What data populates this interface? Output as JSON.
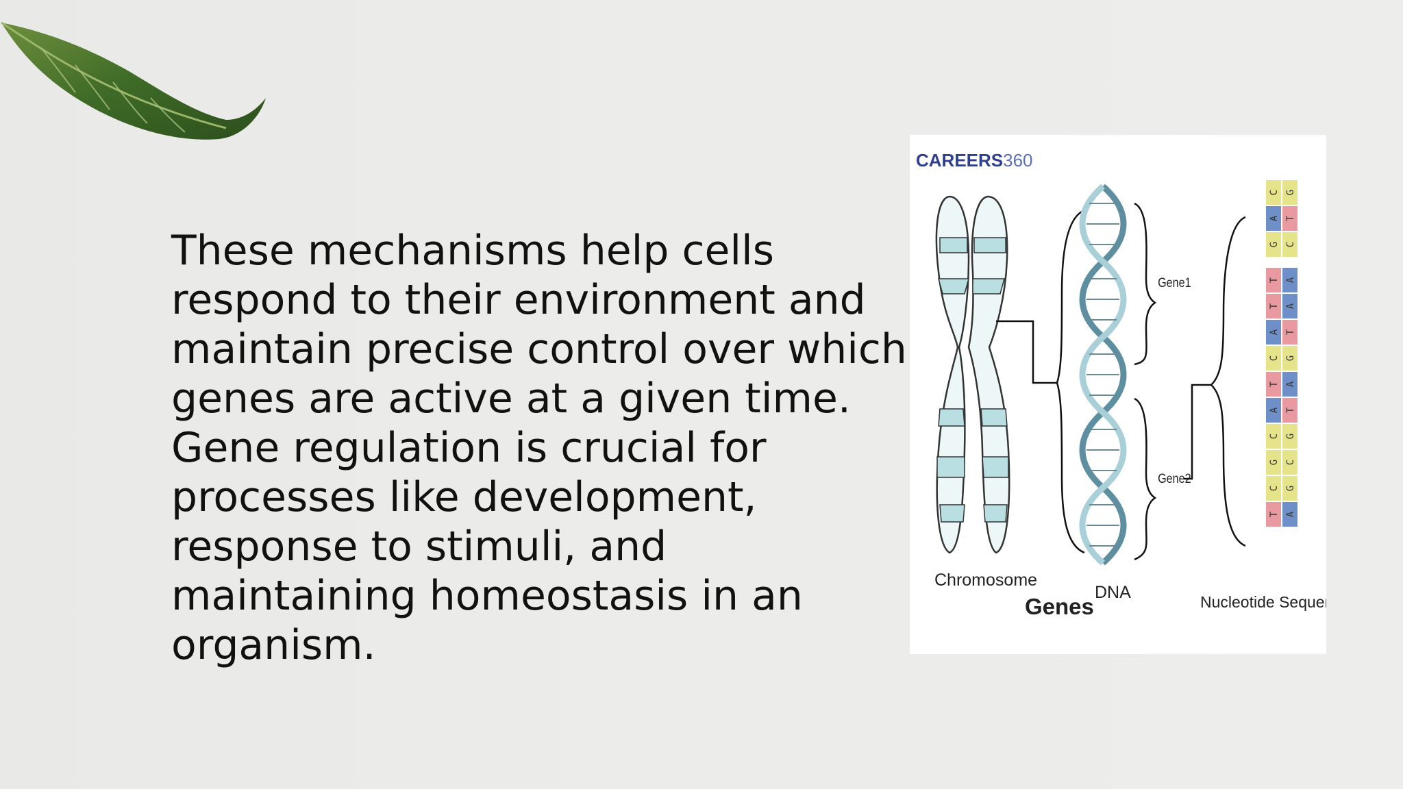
{
  "slide": {
    "body_text": "These mechanisms help cells respond to their environment and maintain precise control over which genes are active at a given time. Gene regulation is crucial for processes like development, response to stimuli, and maintaining homeostasis in an organism."
  },
  "decoration": {
    "icon": "leaf-icon",
    "colors": {
      "leaf_dark": "#3f6b2a",
      "leaf_light": "#7a9a4a"
    }
  },
  "figure": {
    "brand_main": "CAREERS",
    "brand_num": "360",
    "label_chromosome": "Chromosome",
    "label_genes": "Genes",
    "label_dna": "DNA",
    "label_gene1": "Gene1",
    "label_gene2": "Gene2",
    "label_nucleotides": "Nucleotide Sequences",
    "base_colors": {
      "A": "#6f8fc9",
      "T": "#e89aa0",
      "C": "#e6e48a",
      "G": "#e6e48a"
    },
    "columns": [
      [
        "C",
        "A",
        "G",
        "T",
        "T",
        "A",
        "C",
        "T",
        "A",
        "C",
        "G",
        "C",
        "T"
      ],
      [
        "G",
        "T",
        "C",
        "A",
        "A",
        "T",
        "G",
        "A",
        "T",
        "G",
        "C",
        "G",
        "A"
      ]
    ]
  }
}
